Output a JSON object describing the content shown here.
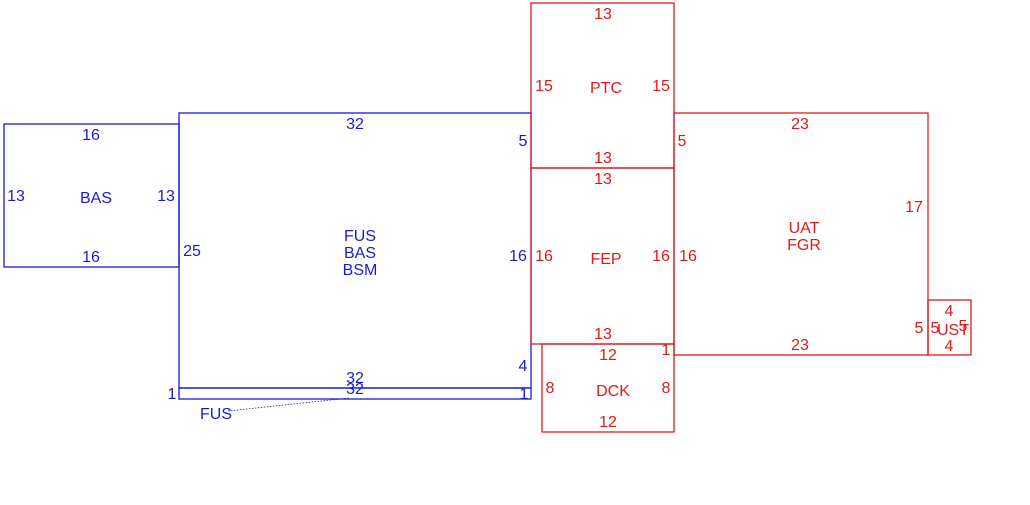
{
  "colors": {
    "blue": "#1a1ad6",
    "red": "#e01a1a"
  },
  "rooms": [
    {
      "id": "bas",
      "label": [
        "BAS"
      ],
      "color": "blue",
      "top": "16",
      "bottom": "16",
      "left": "13",
      "right": "13"
    },
    {
      "id": "main",
      "label": [
        "FUS",
        "BAS",
        "BSM"
      ],
      "color": "blue",
      "top": "32",
      "bottom": "32",
      "left": "25",
      "right": "16",
      "right_top": "5",
      "right_bottom": "4"
    },
    {
      "id": "fus-strip",
      "label": [
        "FUS"
      ],
      "color": "blue",
      "top": "32",
      "left": "1",
      "right": "1"
    },
    {
      "id": "ptc",
      "label": [
        "PTC"
      ],
      "color": "red",
      "top": "13",
      "bottom": "13",
      "left": "15",
      "right": "15"
    },
    {
      "id": "fep",
      "label": [
        "FEP"
      ],
      "color": "red",
      "top": "13",
      "bottom": "13",
      "left": "16",
      "right": "16"
    },
    {
      "id": "dck",
      "label": [
        "DCK"
      ],
      "color": "red",
      "top": "12",
      "bottom": "12",
      "left": "8",
      "right": "8"
    },
    {
      "id": "uat",
      "label": [
        "UAT",
        "FGR"
      ],
      "color": "red",
      "top": "23",
      "bottom": "23",
      "left": "16",
      "right": "17",
      "left_top": "5",
      "left_bottom": "1"
    },
    {
      "id": "ust",
      "label": [
        "UST"
      ],
      "color": "red",
      "top": "4",
      "bottom": "4",
      "left": "5",
      "right": "5",
      "outer_left": "5"
    }
  ]
}
